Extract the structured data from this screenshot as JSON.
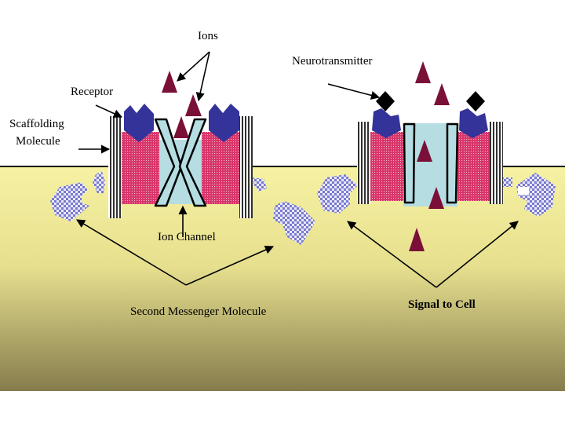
{
  "labels": {
    "ions": "Ions",
    "neurotransmitter": "Neurotransmitter",
    "receptor": "Receptor",
    "scaffolding_line1": "Scaffolding",
    "scaffolding_line2": "Molecule",
    "ion_channel": "Ion Channel",
    "second_messenger": "Second Messenger Molecule",
    "signal_to_cell": "Signal to Cell"
  },
  "colors": {
    "cytoplasm_top": "#f6f2a2",
    "cytoplasm_bottom": "#857c4c",
    "receptor": "#33339a",
    "membrane_protein": "#d8366a",
    "channel_fill": "#b5dde2",
    "ion": "#7a1038",
    "second_messenger": "#8a8ad8",
    "scaffold_stripe": "#303030",
    "neurotransmitter": "#000000"
  },
  "icons": [
    "ion-triangle",
    "neurotransmitter-diamond",
    "second-messenger-blob"
  ]
}
